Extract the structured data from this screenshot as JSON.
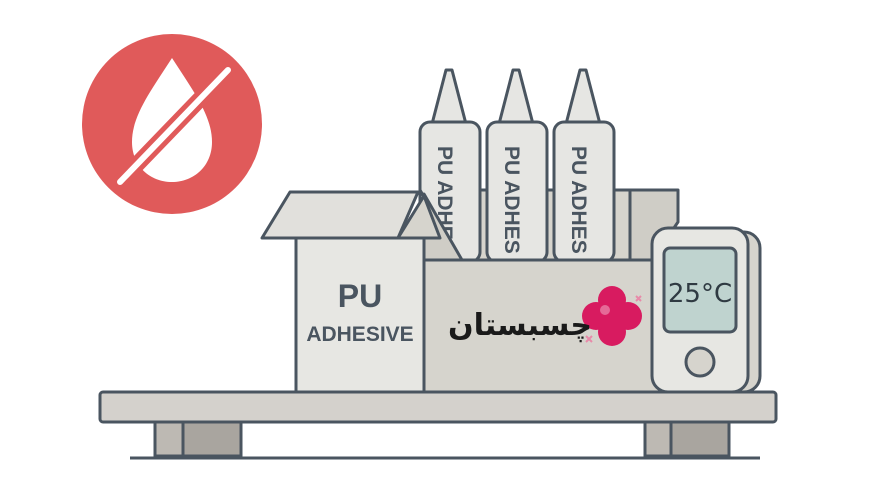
{
  "box": {
    "label_line1": "PU",
    "label_line2": "ADHESIVE"
  },
  "tubes": [
    {
      "label": "PU ADHES"
    },
    {
      "label": "PU ADHES"
    },
    {
      "label": "PU ADHES"
    }
  ],
  "brand": {
    "name": "چسبستان"
  },
  "thermometer": {
    "reading": "25°C"
  },
  "colors": {
    "warning_red": "#e05a5a",
    "outline": "#4a5560",
    "box_light": "#e7e7e3",
    "box_dark": "#cfcdc6",
    "tube": "#e6e6e3",
    "screen": "#bfd3cf",
    "shelf": "#d4d1cc",
    "brand_pink": "#d81b60"
  },
  "icons": {
    "warning": "no-water-icon",
    "brand": "cross-logo-icon"
  }
}
